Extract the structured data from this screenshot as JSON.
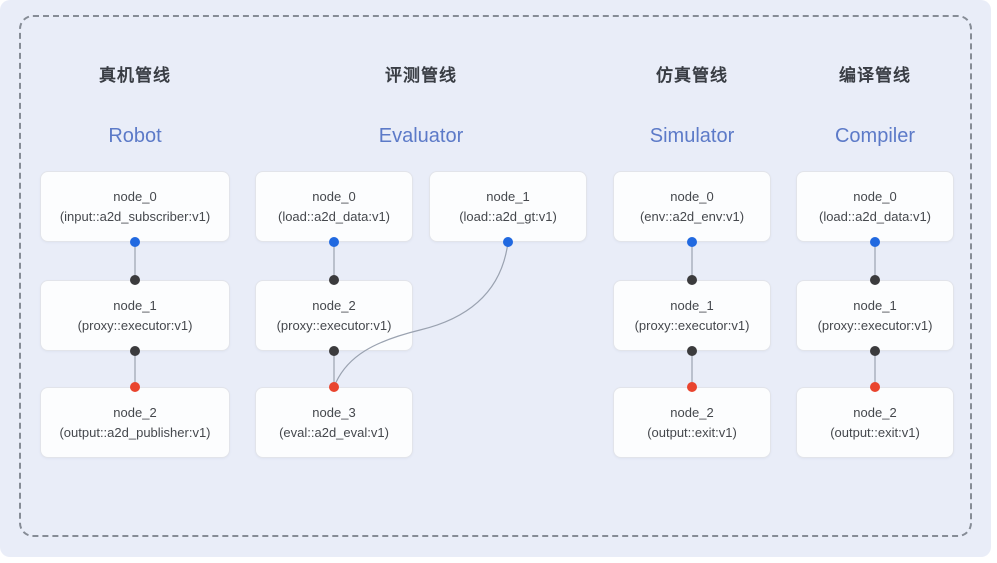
{
  "pipelines": [
    {
      "id": "robot",
      "title_zh": "真机管线",
      "title_en": "Robot",
      "nodes": [
        {
          "name": "node_0",
          "type": "(input::a2d_subscriber:v1)"
        },
        {
          "name": "node_1",
          "type": "(proxy::executor:v1)"
        },
        {
          "name": "node_2",
          "type": "(output::a2d_publisher:v1)"
        }
      ]
    },
    {
      "id": "evaluator",
      "title_zh": "评测管线",
      "title_en": "Evaluator",
      "nodes": [
        {
          "name": "node_0",
          "type": "(load::a2d_data:v1)"
        },
        {
          "name": "node_1",
          "type": "(load::a2d_gt:v1)"
        },
        {
          "name": "node_2",
          "type": "(proxy::executor:v1)"
        },
        {
          "name": "node_3",
          "type": "(eval::a2d_eval:v1)"
        }
      ]
    },
    {
      "id": "simulator",
      "title_zh": "仿真管线",
      "title_en": "Simulator",
      "nodes": [
        {
          "name": "node_0",
          "type": "(env::a2d_env:v1)"
        },
        {
          "name": "node_1",
          "type": "(proxy::executor:v1)"
        },
        {
          "name": "node_2",
          "type": "(output::exit:v1)"
        }
      ]
    },
    {
      "id": "compiler",
      "title_zh": "编译管线",
      "title_en": "Compiler",
      "nodes": [
        {
          "name": "node_0",
          "type": "(load::a2d_data:v1)"
        },
        {
          "name": "node_1",
          "type": "(proxy::executor:v1)"
        },
        {
          "name": "node_2",
          "type": "(output::exit:v1)"
        }
      ]
    }
  ],
  "colors": {
    "panel_bg": "#e9edf8",
    "frame_dash": "#868c96",
    "dot_input": "#2169e0",
    "dot_mid": "#3b3b3d",
    "dot_output": "#e9442e",
    "edge": "#9aa2b0",
    "title_zh": "#393d44",
    "title_en": "#5c7ac8",
    "node_text": "#45484d"
  }
}
